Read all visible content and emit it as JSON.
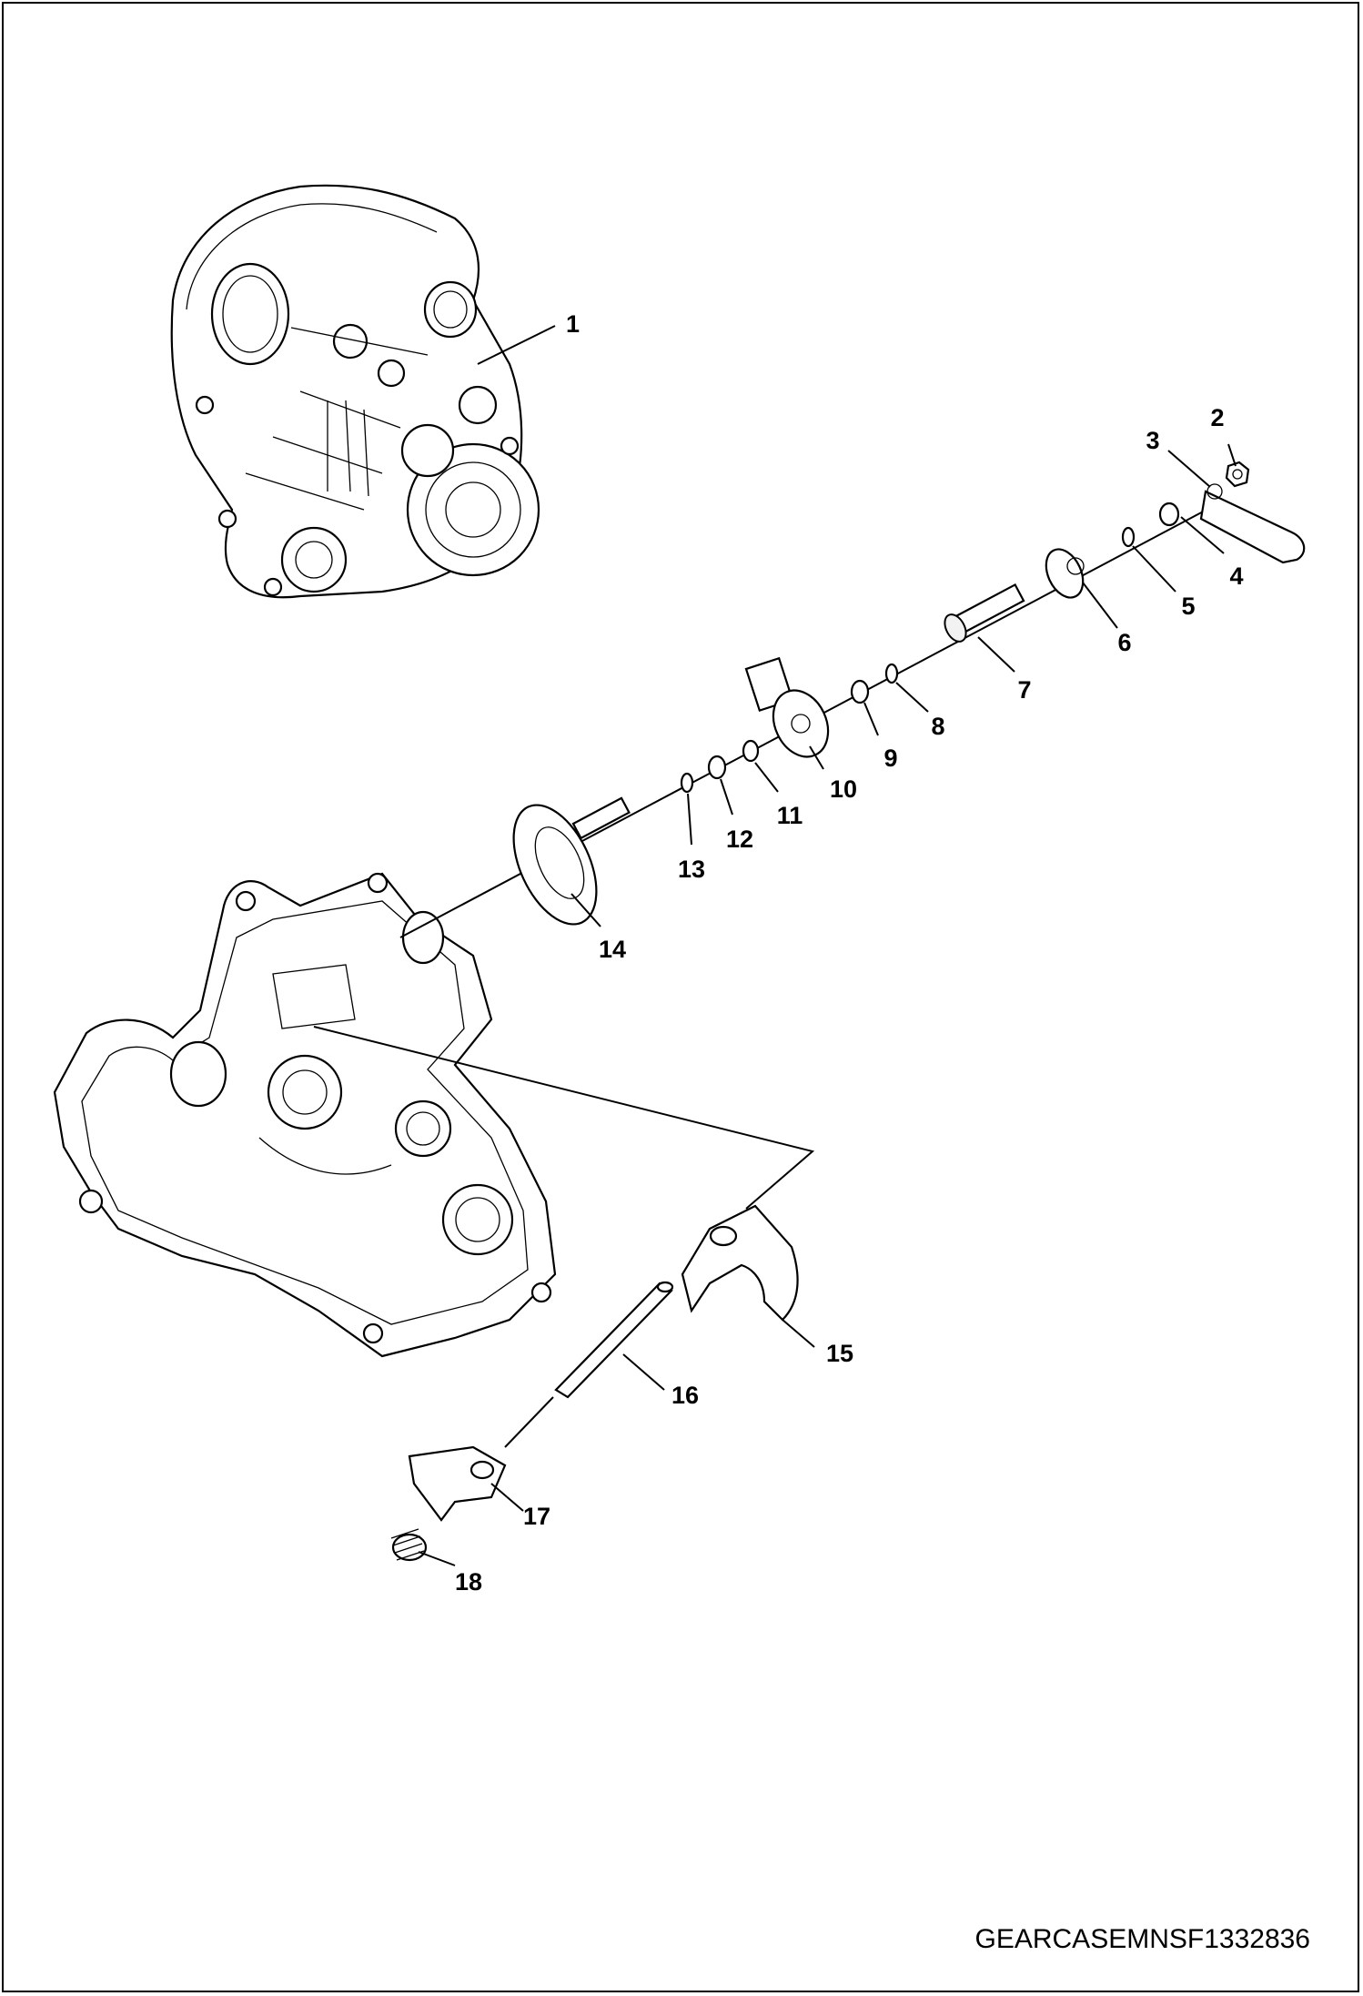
{
  "diagram": {
    "callouts": [
      {
        "id": "1",
        "label": "1"
      },
      {
        "id": "2",
        "label": "2"
      },
      {
        "id": "3",
        "label": "3"
      },
      {
        "id": "4",
        "label": "4"
      },
      {
        "id": "5",
        "label": "5"
      },
      {
        "id": "6",
        "label": "6"
      },
      {
        "id": "7",
        "label": "7"
      },
      {
        "id": "8",
        "label": "8"
      },
      {
        "id": "9",
        "label": "9"
      },
      {
        "id": "10",
        "label": "10"
      },
      {
        "id": "11",
        "label": "11"
      },
      {
        "id": "12",
        "label": "12"
      },
      {
        "id": "13",
        "label": "13"
      },
      {
        "id": "14",
        "label": "14"
      },
      {
        "id": "15",
        "label": "15"
      },
      {
        "id": "16",
        "label": "16"
      },
      {
        "id": "17",
        "label": "17"
      },
      {
        "id": "18",
        "label": "18"
      }
    ],
    "reference_code": "GEARCASEMNSF1332836"
  }
}
